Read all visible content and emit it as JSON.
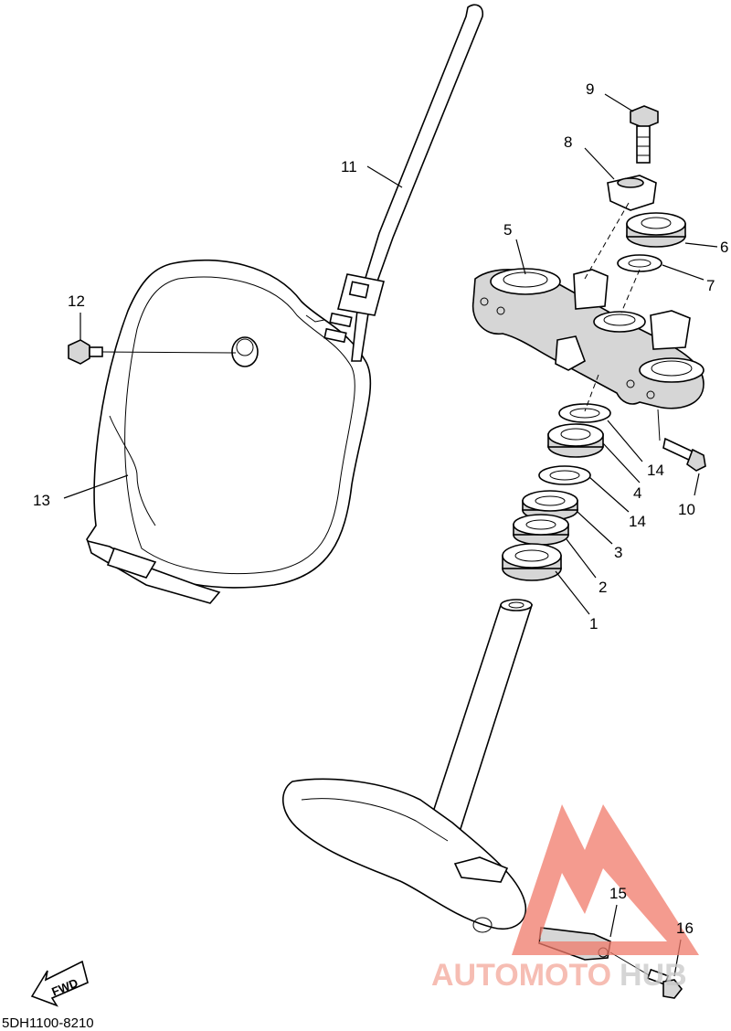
{
  "diagram": {
    "part_code": "5DH1100-8210",
    "fwd_label": "FWD",
    "callouts": [
      {
        "id": "1",
        "label": "1"
      },
      {
        "id": "2",
        "label": "2"
      },
      {
        "id": "3",
        "label": "3"
      },
      {
        "id": "4",
        "label": "4"
      },
      {
        "id": "5",
        "label": "5"
      },
      {
        "id": "6",
        "label": "6"
      },
      {
        "id": "7",
        "label": "7"
      },
      {
        "id": "8",
        "label": "8"
      },
      {
        "id": "9",
        "label": "9"
      },
      {
        "id": "10",
        "label": "10"
      },
      {
        "id": "11",
        "label": "11"
      },
      {
        "id": "12",
        "label": "12"
      },
      {
        "id": "13",
        "label": "13"
      },
      {
        "id": "14a",
        "label": "14"
      },
      {
        "id": "14b",
        "label": "14"
      },
      {
        "id": "15",
        "label": "15"
      },
      {
        "id": "16",
        "label": "16"
      }
    ]
  },
  "watermark": {
    "brand_part1": "AUTOMOTO",
    "brand_part2": "HUB",
    "color_primary": "#f4a79a",
    "color_logo": "#f07a6a",
    "color_secondary": "#c8c8c8"
  }
}
